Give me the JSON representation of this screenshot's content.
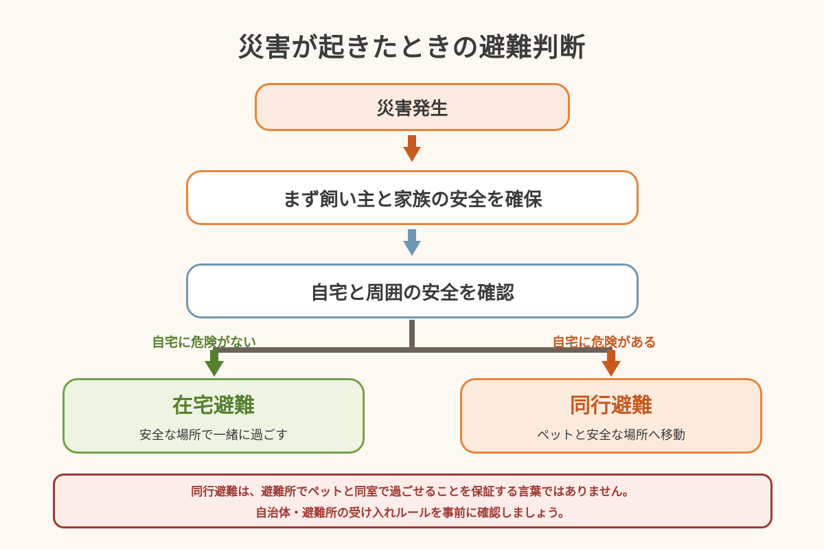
{
  "title": "災害が起きたときの避難判断",
  "nodes": {
    "start": "災害発生",
    "safety": "まず飼い主と家族の安全を確保",
    "check": "自宅と周囲の安全を確認"
  },
  "branches": {
    "no_danger": "自宅に危険がない",
    "danger": "自宅に危険がある"
  },
  "options": {
    "home": {
      "title": "在宅避難",
      "desc": "安全な場所で一緒に過ごす"
    },
    "evac": {
      "title": "同行避難",
      "desc": "ペットと安全な場所へ移動"
    }
  },
  "note": {
    "line1": "同行避難は、避難所でペットと同室で過ごせることを保証する言葉ではありません。",
    "line2": "自治体・避難所の受け入れルールを事前に確認しましょう。"
  },
  "colors": {
    "orange": "#e5843b",
    "arrow_orange": "#c9591f",
    "blue": "#6f97b3",
    "green": "#55802f",
    "line_gray": "#6b6359",
    "note_red": "#9e3a32"
  }
}
